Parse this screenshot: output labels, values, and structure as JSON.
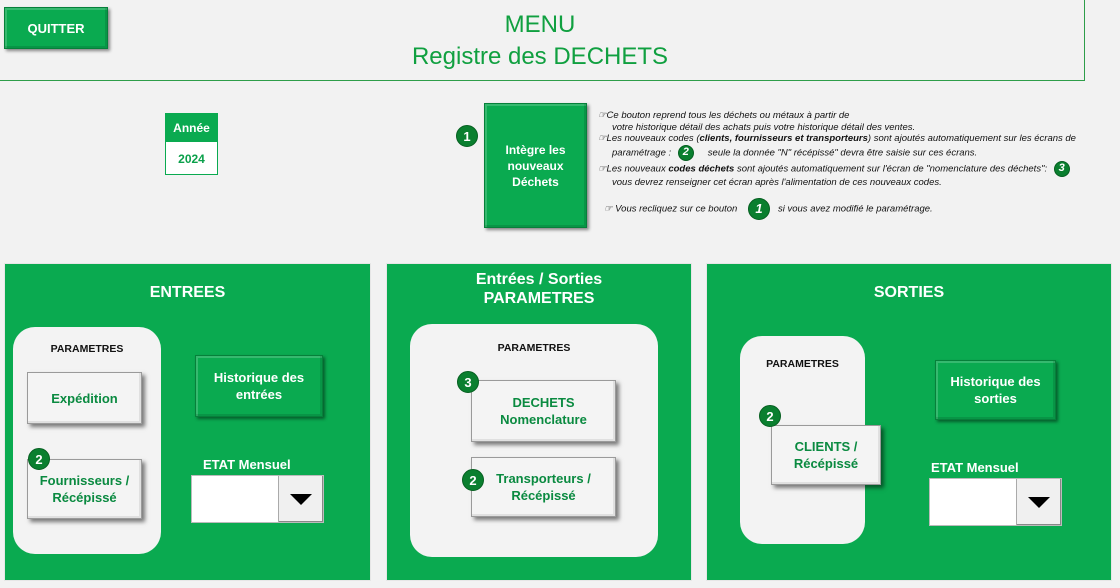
{
  "header": {
    "quit_label": "QUITTER",
    "title": "MENU",
    "subtitle": "Registre des DECHETS"
  },
  "annee": {
    "label": "Année",
    "value": "2024"
  },
  "integrate": {
    "badge": "1",
    "label": "Intègre les nouveaux Déchets"
  },
  "notes": {
    "line1": "Ce bouton reprend tous les déchets ou métaux à partir de",
    "line2": "votre historique détail des achats puis votre historique détail des ventes.",
    "line3_a": "Les nouveaux codes (",
    "line3_b": "clients, fournisseurs et transporteurs",
    "line3_c": ") sont ajoutés automatiquement sur les écrans de",
    "line4_a": "paramétrage  :",
    "line4_badge": "2",
    "line4_b": "seule la donnée \"N\" récépissé\" devra être saisie sur ces écrans.",
    "line5_a": "Les nouveaux",
    "line5_b": "codes déchets",
    "line5_c": "sont ajoutés automatiquement sur l'écran de \"nomenclature des déchets\":",
    "line5_badge": "3",
    "line6": "vous devrez renseigner cet écran après l'alimentation de ces nouveaux codes.",
    "line7_a": "Vous recliquez sur ce bouton",
    "line7_badge": "1",
    "line7_b": "si vous avez modifié le paramétrage."
  },
  "entrees": {
    "title": "ENTREES",
    "params_label": "PARAMETRES",
    "expedition": "Expédition",
    "fournisseurs_badge": "2",
    "fournisseurs": "Fournisseurs / Récépissé",
    "historique": "Historique des entrées",
    "etat_label": "ETAT Mensuel",
    "etat_value": ""
  },
  "params": {
    "title_line1": "Entrées / Sorties",
    "title_line2": "PARAMETRES",
    "params_label": "PARAMETRES",
    "dechets_badge": "3",
    "dechets_line1": "DECHETS",
    "dechets_line2": "Nomenclature",
    "transporteurs_badge": "2",
    "transporteurs": "Transporteurs / Récépissé"
  },
  "sorties": {
    "title": "SORTIES",
    "params_label": "PARAMETRES",
    "clients_badge": "2",
    "clients": "CLIENTS / Récépissé",
    "historique": "Historique des sorties",
    "etat_label": "ETAT Mensuel",
    "etat_value": ""
  },
  "colors": {
    "accent_green": "#0aaa50",
    "dark_badge": "#0a7f2f",
    "title_green": "#10a040"
  }
}
